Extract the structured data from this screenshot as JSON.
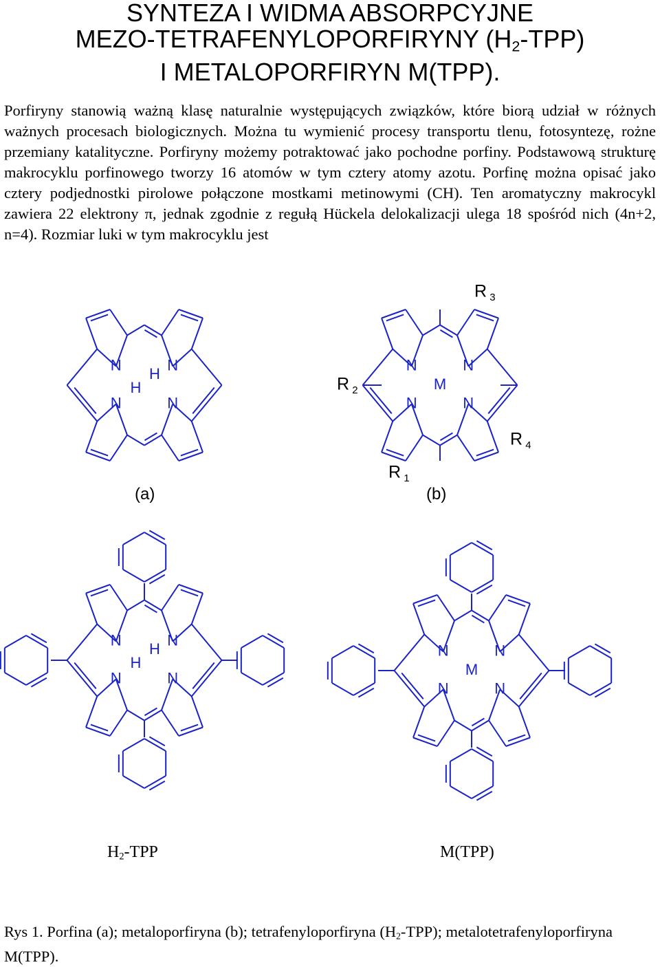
{
  "title": {
    "line1": "SYNTEZA I WIDMA ABSORPCYJNE",
    "line2_a": "MEZO-TETRAFENYLOPORFIRYNY (H",
    "line2_sub": "2",
    "line2_b": "-TPP)",
    "line3": "I METALOPORFIRYN M(TPP)."
  },
  "intro": "Porfiryny stanowią ważną klasę naturalnie występujących związków, które biorą udział w różnych ważnych procesach biologicznych. Można tu wymienić procesy transportu tlenu, fotosyntezę, rożne przemiany katalityczne. Porfiryny możemy potraktować jako pochodne porfiny. Podstawową strukturę makrocyklu porfinowego tworzy 16 atomów w tym cztery atomy azotu. Porfinę można opisać jako cztery podjednostki pirolowe połączone mostkami metinowymi (CH). Ten aromatyczny makrocykl zawiera 22 elektrony π, jednak zgodnie z regułą Hückela  delokalizacji ulega 18 spośród nich (4n+2, n=4). Rozmiar luki w tym makrocyklu jest",
  "structures": {
    "a_label": "(a)",
    "b_label": "(b)",
    "tpp_label_a": "H",
    "tpp_label_sub": "2",
    "tpp_label_b": "-TPP",
    "mtpp_label": "M(TPP)",
    "atoms": {
      "N": "N",
      "H": "H",
      "M": "M",
      "R": "R"
    },
    "substituents": {
      "r1": "1",
      "r2": "2",
      "r3": "3",
      "r4": "4"
    }
  },
  "caption": {
    "part1": "Rys 1. Porfina (a); metaloporfiryna (b); tetrafenyloporfiryna (H",
    "sub": "2",
    "part2": "-TPP); metalotetrafenyloporfiryna M(TPP)."
  },
  "colors": {
    "bond": "#1a23c8",
    "text": "#000000"
  }
}
